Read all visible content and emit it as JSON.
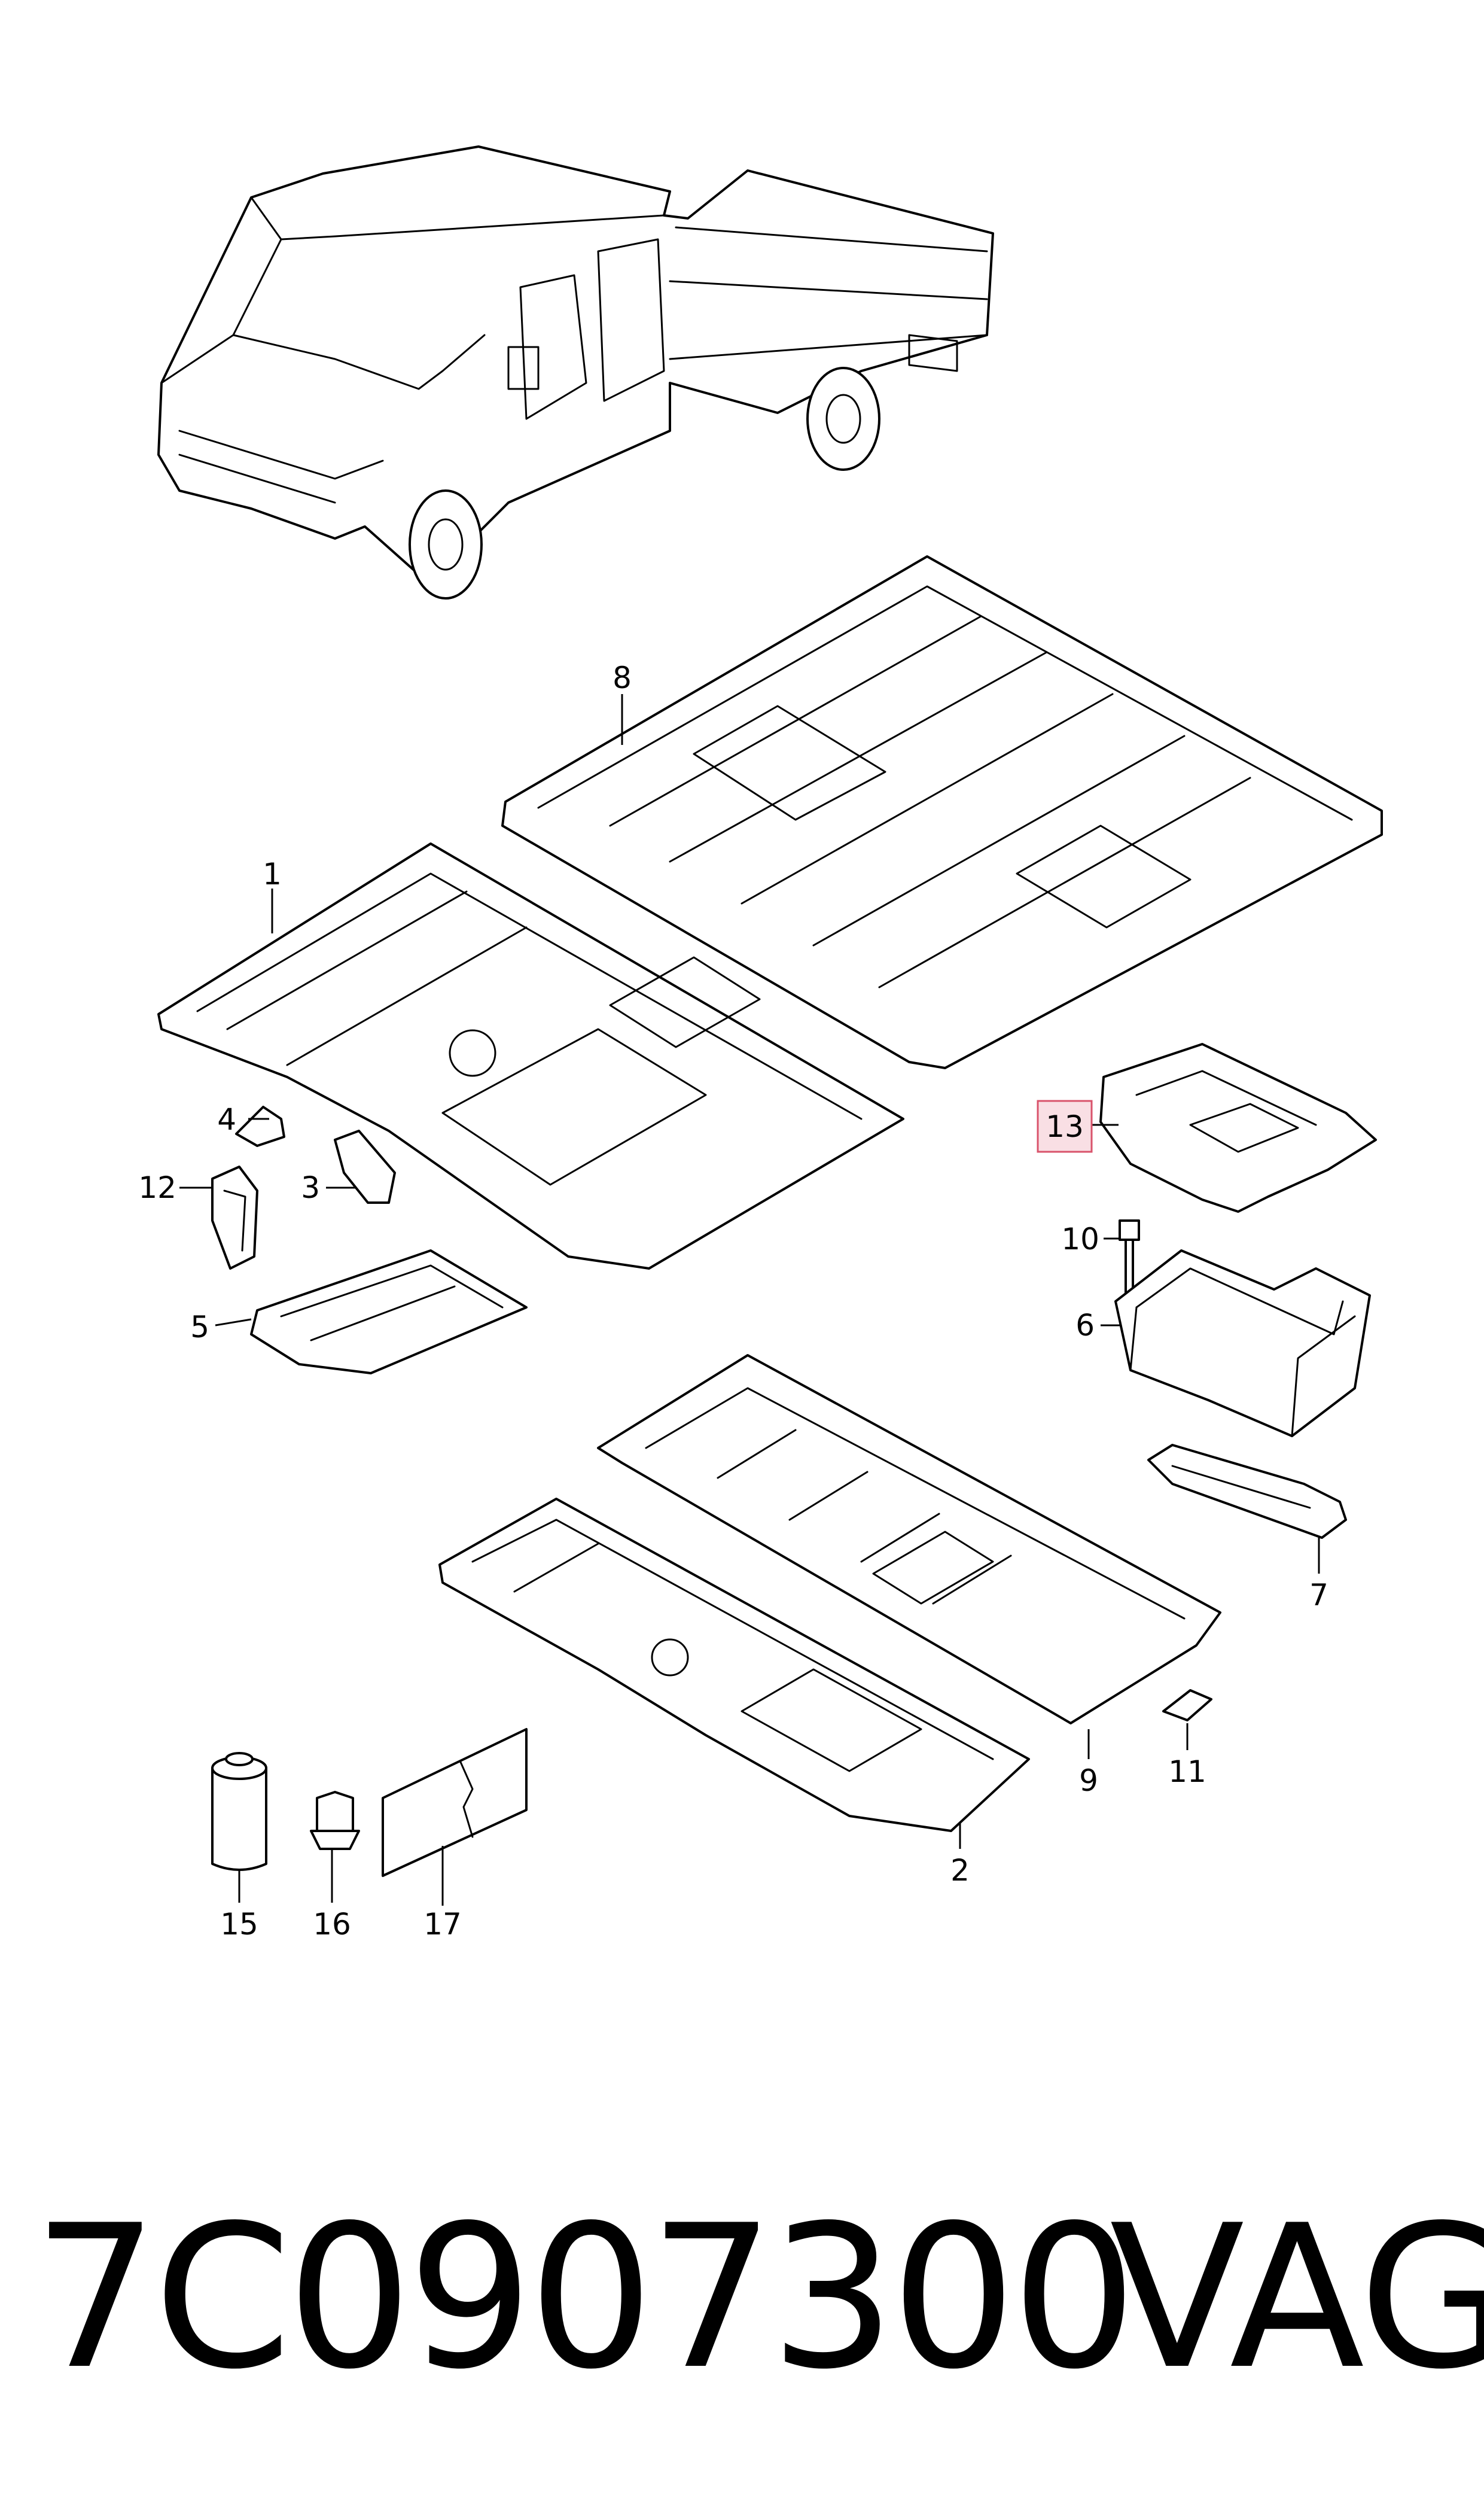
{
  "callouts": {
    "c1": "1",
    "c2": "2",
    "c3": "3",
    "c4": "4",
    "c5": "5",
    "c6": "6",
    "c7": "7",
    "c8": "8",
    "c9": "9",
    "c10": "10",
    "c11": "11",
    "c12": "12",
    "c13": "13",
    "c15": "15",
    "c16": "16",
    "c17": "17"
  },
  "highlighted_callout": "13",
  "colors": {
    "line": "#000000",
    "background": "#ffffff",
    "highlight_fill": "#f9dfe4",
    "highlight_border": "#d9536b"
  },
  "footer": {
    "part_number": "7C0907300",
    "brand": "VAG"
  }
}
